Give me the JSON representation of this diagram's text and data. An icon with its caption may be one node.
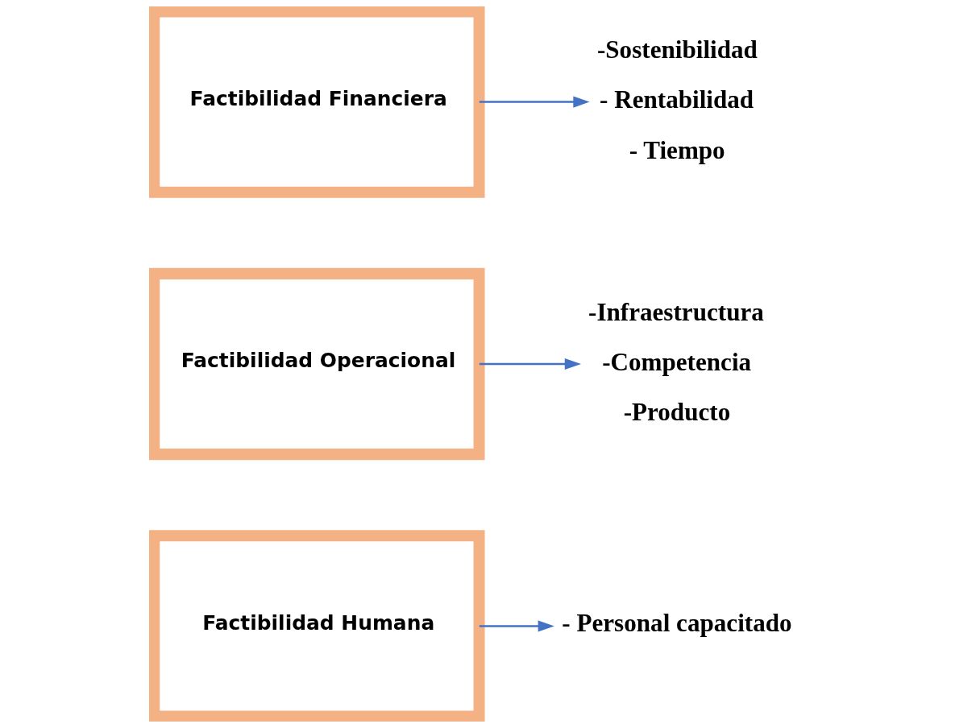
{
  "diagram": {
    "nodes": [
      {
        "text": [
          "Factibilidad Humana"
        ]
      },
      {
        "text": [
          "- Personal capacitado"
        ]
      },
      {
        "text": [
          "Factibilidad Operacional"
        ]
      },
      {
        "text": [
          "-Infraestructura",
          "-Competencia",
          "-Producto"
        ]
      },
      {
        "text": [
          "Factibilidad Financiera"
        ]
      },
      {
        "text": [
          "-Sostenibilidad",
          "- Rentabilidad",
          "- Tiempo"
        ]
      }
    ],
    "edges": [
      {
        "from": 0,
        "to": 1,
        "arrow": "to"
      },
      {
        "from": 2,
        "to": 3,
        "arrow": "to"
      },
      {
        "from": 4,
        "to": 5,
        "arrow": "to"
      }
    ]
  }
}
